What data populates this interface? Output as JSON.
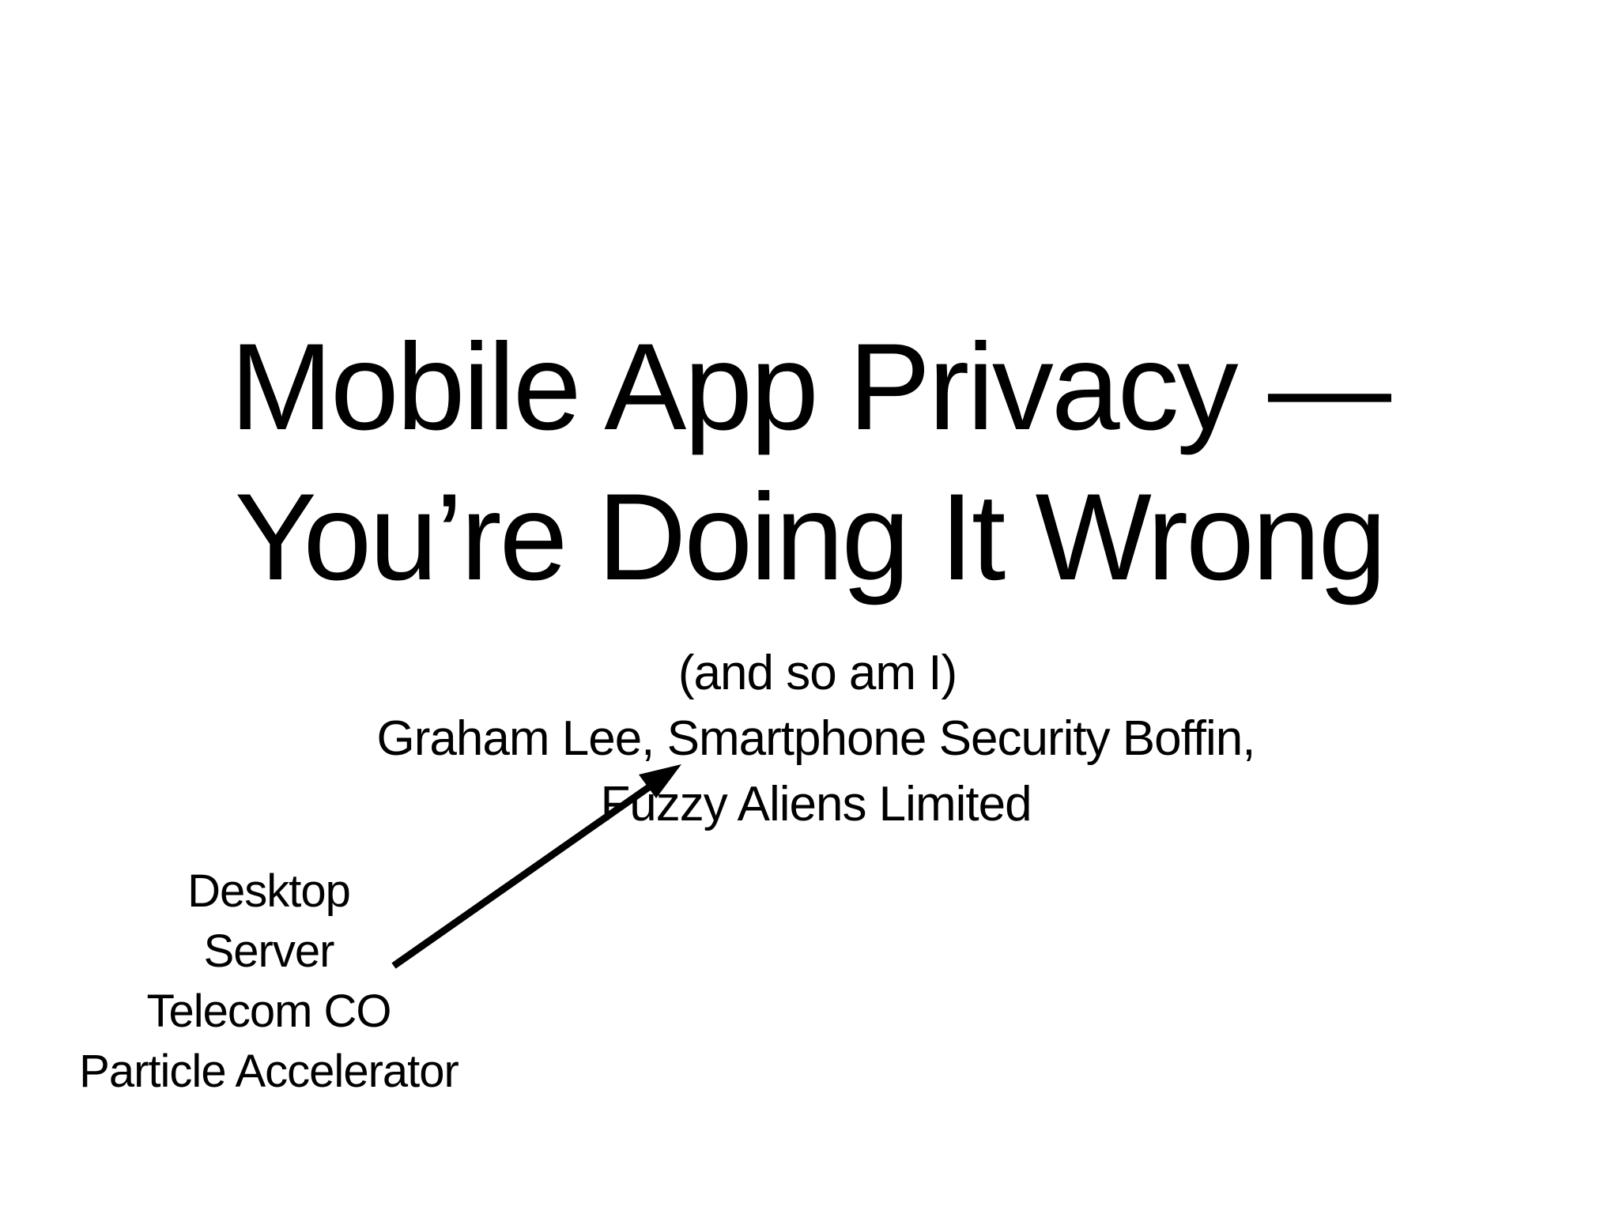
{
  "slide": {
    "title_line_1": "Mobile App Privacy —",
    "title_line_2": "You’re Doing It Wrong",
    "subtitle_line_1": "(and so am I)",
    "subtitle_line_2": "Graham Lee, Smartphone Security Boffin,",
    "subtitle_line_3": "Fuzzy Aliens Limited",
    "environments": [
      "Desktop",
      "Server",
      "Telecom CO",
      "Particle Accelerator"
    ]
  },
  "colors": {
    "background": "#ffffff",
    "text": "#000000"
  }
}
